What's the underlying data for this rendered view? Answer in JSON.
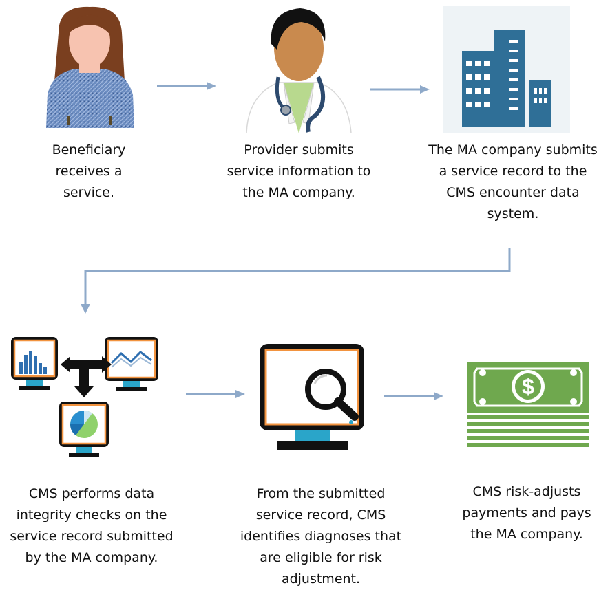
{
  "colors": {
    "arrow": "#8ea9c9",
    "hair": "#7a3f1f",
    "building": "#2f6f97",
    "monitor_frame": "#f2933f",
    "money": "#6fa84e"
  },
  "steps": [
    {
      "caption": "Beneficiary receives a service.",
      "icon": "beneficiary-icon"
    },
    {
      "caption": "Provider submits service information to the MA company.",
      "icon": "provider-icon"
    },
    {
      "caption": "The MA company submits a service record to the CMS encounter data system.",
      "icon": "building-icon"
    },
    {
      "caption": "CMS performs data integrity checks on the service record submitted by the MA company.",
      "icon": "monitors-icon"
    },
    {
      "caption": "From the submitted service record, CMS identifies diagnoses that are eligible for risk adjustment.",
      "icon": "magnifier-monitor-icon"
    },
    {
      "caption": "CMS risk-adjusts payments and pays the MA company.",
      "icon": "money-stack-icon"
    }
  ],
  "money_symbol": "$"
}
